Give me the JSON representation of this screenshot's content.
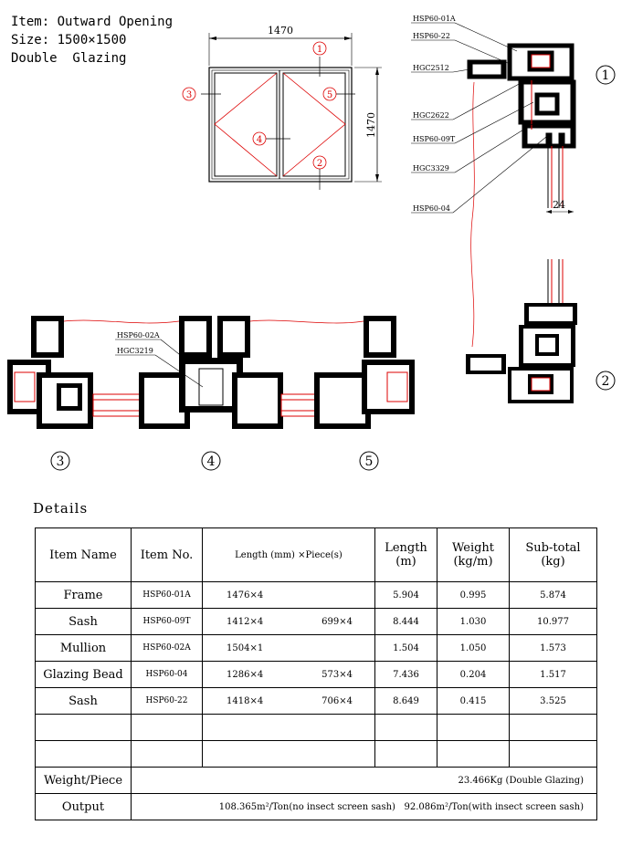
{
  "header": {
    "item": "Item: Outward Opening",
    "size": "Size: 1500×1500",
    "glazing": "Double  Glazing"
  },
  "elevation": {
    "width_dim": "1470",
    "height_dim": "1470",
    "callouts": [
      "1",
      "2",
      "3",
      "4",
      "5"
    ]
  },
  "profile_labels": [
    "HSP60-01A",
    "HSP60-22",
    "HGC2512",
    "HGC2622",
    "HSP60-09T",
    "HGC3329",
    "HSP60-04"
  ],
  "glass_dim": "24",
  "mullion_labels": [
    "HSP60-02A",
    "HGC3219"
  ],
  "section_callouts": [
    "1",
    "2",
    "3",
    "4",
    "5"
  ],
  "details_title": "Details",
  "table": {
    "headers": {
      "item_name": "Item Name",
      "item_no": "Item No.",
      "length": "Length (mm) ×Piece(s)",
      "length_m_1": "Length",
      "length_m_2": "(m)",
      "weight_1": "Weight",
      "weight_2": "(kg/m)",
      "subtotal_1": "Sub-total",
      "subtotal_2": "(kg)"
    },
    "rows": [
      {
        "name": "Frame",
        "no": "HSP60-01A",
        "len1": "1476×4",
        "len2": "",
        "m": "5.904",
        "kgm": "0.995",
        "sub": "5.874"
      },
      {
        "name": "Sash",
        "no": "HSP60-09T",
        "len1": "1412×4",
        "len2": "699×4",
        "m": "8.444",
        "kgm": "1.030",
        "sub": "10.977"
      },
      {
        "name": "Mullion",
        "no": "HSP60-02A",
        "len1": "1504×1",
        "len2": "",
        "m": "1.504",
        "kgm": "1.050",
        "sub": "1.573"
      },
      {
        "name": "Glazing Bead",
        "no": "HSP60-04",
        "len1": "1286×4",
        "len2": "573×4",
        "m": "7.436",
        "kgm": "0.204",
        "sub": "1.517"
      },
      {
        "name": "Sash",
        "no": "HSP60-22",
        "len1": "1418×4",
        "len2": "706×4",
        "m": "8.649",
        "kgm": "0.415",
        "sub": "3.525"
      }
    ],
    "weight_label": "Weight/Piece",
    "weight_value": "23.466Kg (Double  Glazing)",
    "output_label": "Output",
    "output_value_1": "108.365m²/Ton(no insect screen sash)",
    "output_value_2": "92.086m²/Ton(with insect screen sash)"
  }
}
